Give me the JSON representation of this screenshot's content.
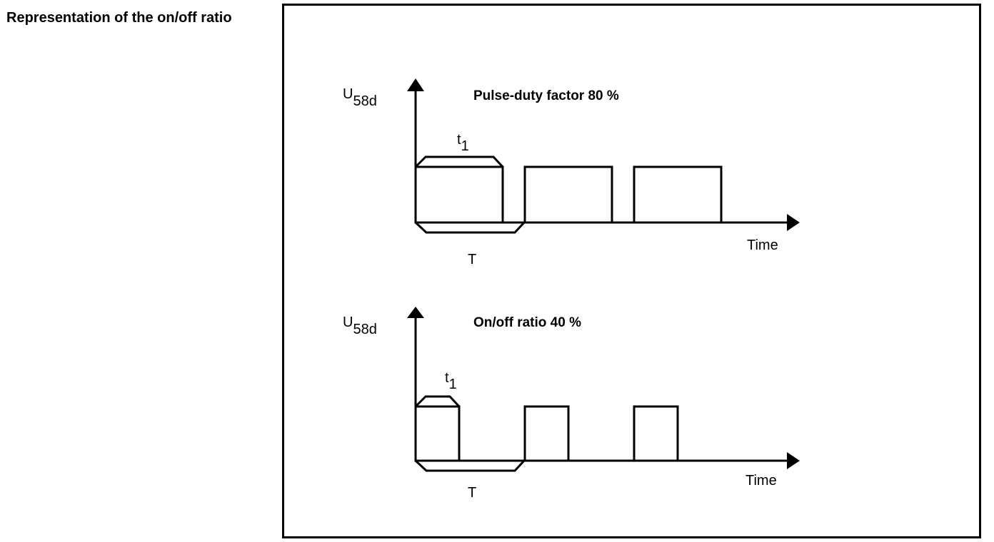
{
  "page_title": "Representation of the on/off ratio",
  "upper": {
    "title": "Pulse-duty factor 80 %",
    "y_label": "U",
    "y_label_sub": "58d",
    "x_label": "Time",
    "t1_label": "t",
    "t1_sub": "1",
    "period_label": "T",
    "duty_percent": 80
  },
  "lower": {
    "title": "On/off ratio 40 %",
    "y_label": "U",
    "y_label_sub": "58d",
    "x_label": "Time",
    "t1_label": "t",
    "t1_sub": "1",
    "period_label": "T",
    "duty_percent": 40
  },
  "colors": {
    "ink": "#000000",
    "background": "#ffffff"
  }
}
